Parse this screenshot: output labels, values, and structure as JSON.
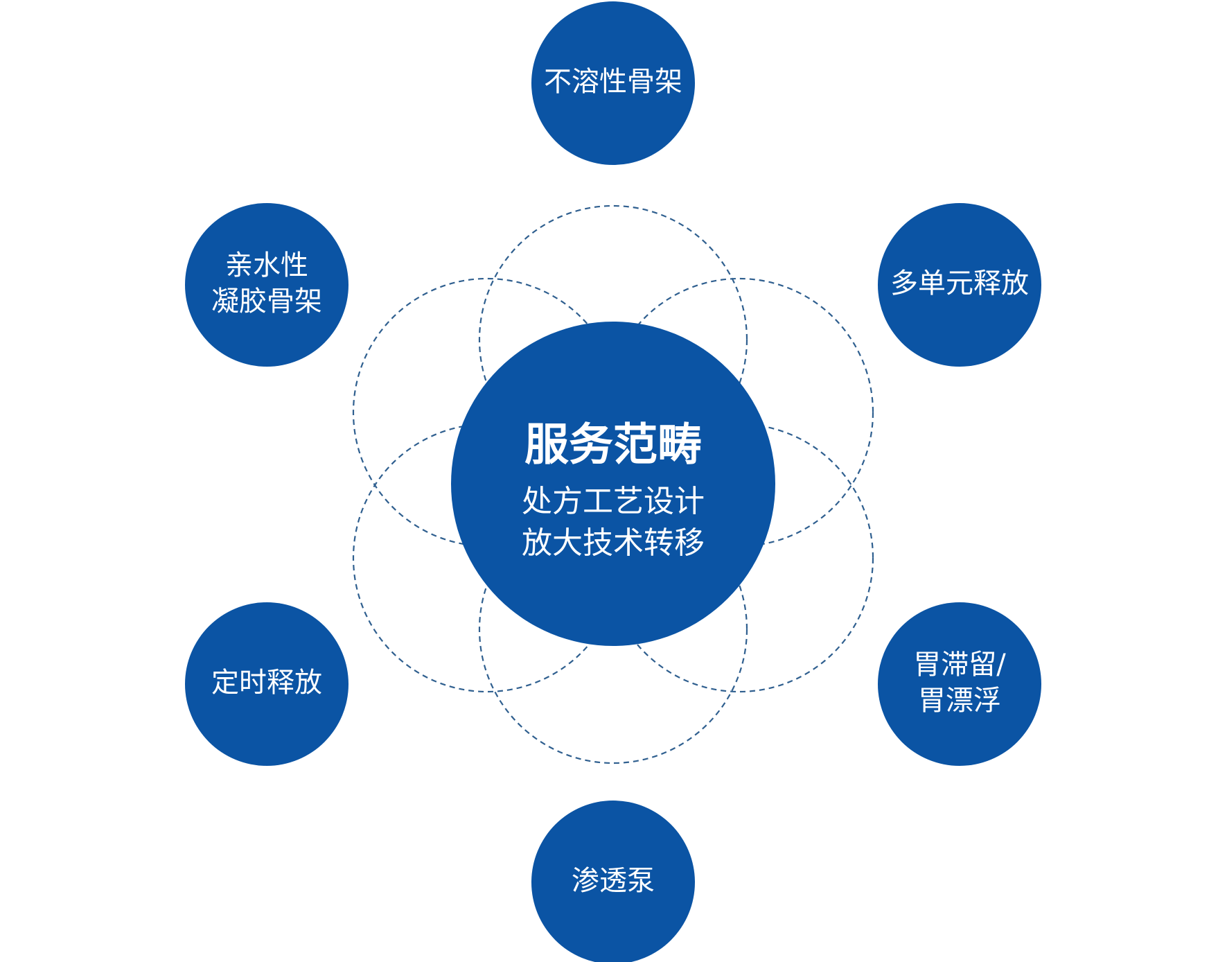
{
  "colors": {
    "node_fill": "#0b54a4",
    "ring_stroke": "#2f5f8f",
    "text": "#ffffff",
    "background": "#ffffff"
  },
  "center": {
    "title": "服务范畴",
    "lines": [
      "处方工艺设计",
      "放大技术转移"
    ]
  },
  "nodes": [
    {
      "id": "top",
      "lines": [
        "不溶性骨架"
      ]
    },
    {
      "id": "upper-left",
      "lines": [
        "亲水性",
        "凝胶骨架"
      ]
    },
    {
      "id": "upper-right",
      "lines": [
        "多单元释放"
      ]
    },
    {
      "id": "lower-left",
      "lines": [
        "定时释放"
      ]
    },
    {
      "id": "lower-right",
      "lines": [
        "胃滞留/",
        "胃漂浮"
      ]
    },
    {
      "id": "bottom",
      "lines": [
        "渗透泵"
      ]
    }
  ]
}
